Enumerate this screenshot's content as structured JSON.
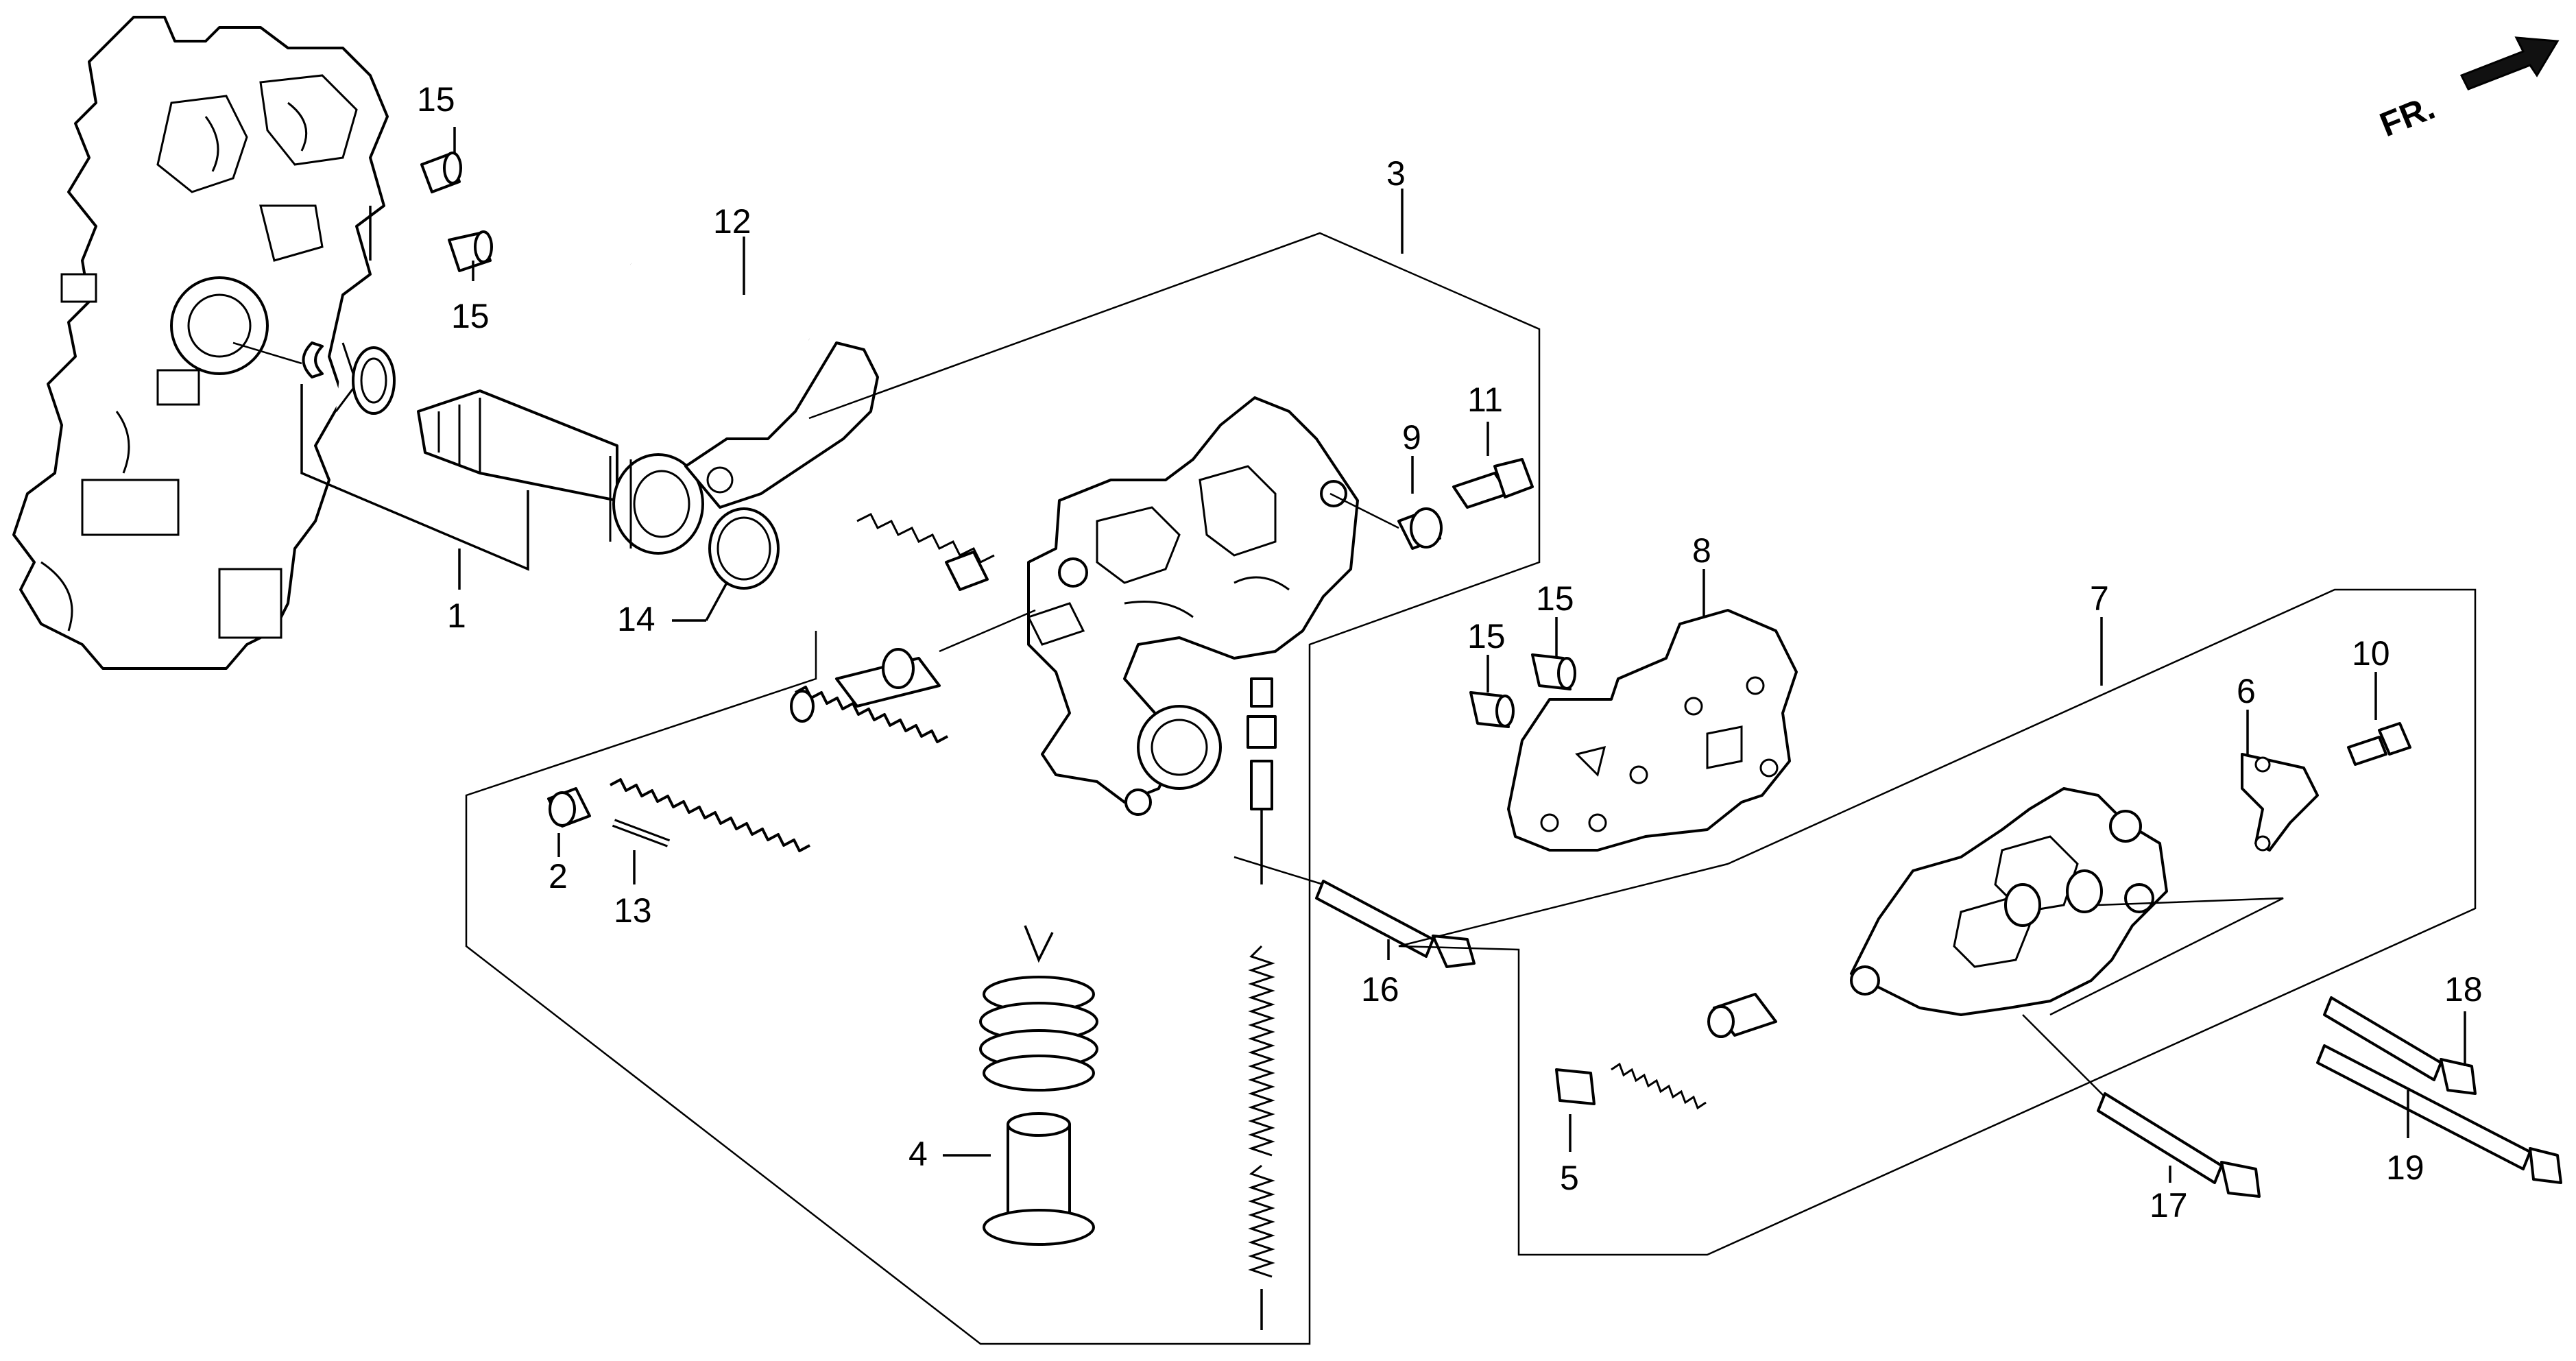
{
  "direction": {
    "label": "FR.",
    "icon": "front-direction-arrow-icon"
  },
  "callouts": {
    "c1": "1",
    "c2": "2",
    "c3": "3",
    "c4": "4",
    "c5": "5",
    "c6": "6",
    "c7": "7",
    "c8": "8",
    "c9": "9",
    "c10": "10",
    "c11": "11",
    "c12": "12",
    "c13": "13",
    "c14": "14",
    "c15a": "15",
    "c15b": "15",
    "c15c": "15",
    "c15d": "15",
    "c16": "16",
    "c17": "17",
    "c18": "18",
    "c19": "19"
  }
}
